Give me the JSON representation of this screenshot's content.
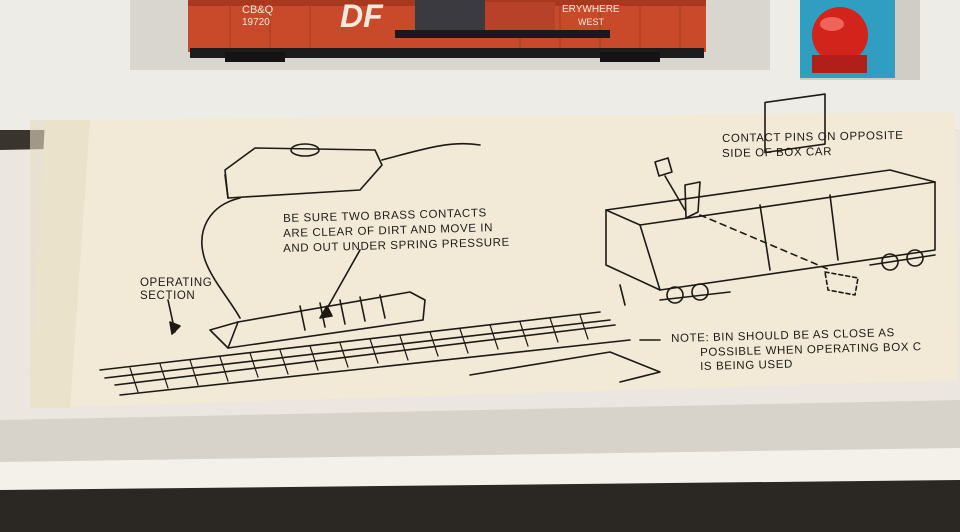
{
  "photo": {
    "boxcar_markings": {
      "reporting_mark": "CB&Q",
      "number": "19720",
      "logo": "DF",
      "slogan_line1": "ERYWHERE",
      "slogan_line2": "WEST"
    },
    "instruction_sheet": {
      "note_contacts": [
        "BE SURE TWO BRASS CONTACTS",
        "ARE CLEAR OF DIRT AND MOVE IN",
        "AND OUT UNDER SPRING PRESSURE"
      ],
      "label_operating": [
        "OPERATING",
        "SECTION"
      ],
      "label_pins": [
        "CONTACT PINS ON OPPOSITE",
        "SIDE OF BOX CAR"
      ],
      "note_bin": [
        "NOTE: BIN SHOULD BE AS CLOSE AS",
        "POSSIBLE WHEN OPERATING BOX C",
        "IS BEING USED"
      ]
    },
    "colors": {
      "boxcar": "#c9492b",
      "foam": "#f1efea",
      "paper": "#f2ead7",
      "ink": "#1d1a16",
      "button": "#d3241c"
    }
  }
}
